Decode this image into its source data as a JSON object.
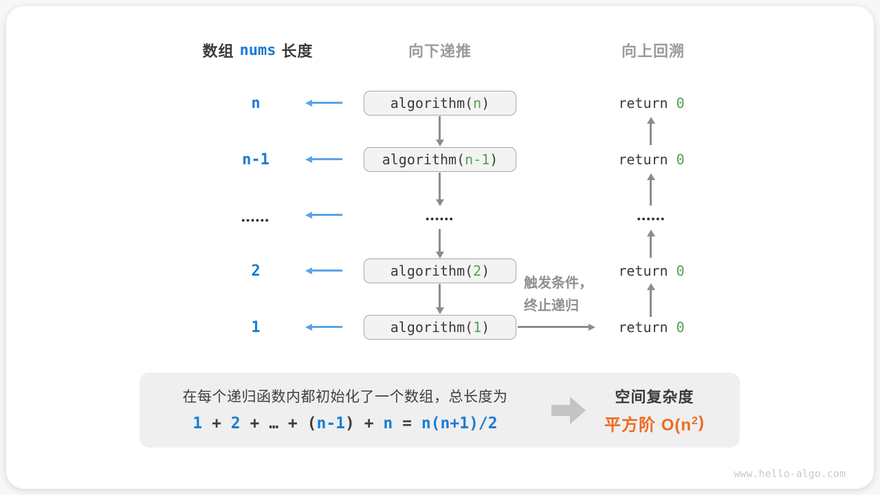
{
  "title_row": {
    "array_label_prefix": "数组",
    "array_code": "nums",
    "array_label_suffix": "长度",
    "recurse_header": "向下递推",
    "backtrack_header": "向上回溯"
  },
  "rows": [
    {
      "label": "n",
      "call_pre": "algorithm(",
      "call_arg": "n",
      "call_post": ")",
      "return_pre": "return ",
      "return_value": "0"
    },
    {
      "label": "n-1",
      "call_pre": "algorithm(",
      "call_arg": "n-1",
      "call_post": ")",
      "return_pre": "return ",
      "return_value": "0"
    },
    {
      "ellipsis": "••••••"
    },
    {
      "label": "2",
      "call_pre": "algorithm(",
      "call_arg": "2",
      "call_post": ")",
      "return_pre": "return ",
      "return_value": "0"
    },
    {
      "label": "1",
      "call_pre": "algorithm(",
      "call_arg": "1",
      "call_post": ")",
      "return_pre": "return ",
      "return_value": "0"
    }
  ],
  "annotation": {
    "line1": "触发条件，",
    "line2": "终止递归"
  },
  "summary": {
    "description": "在每个递归函数内都初始化了一个数组，总长度为",
    "formula": [
      {
        "text": "1"
      },
      {
        "text": " + "
      },
      {
        "text": "2"
      },
      {
        "text": " + "
      },
      {
        "text": "…"
      },
      {
        "text": " + "
      },
      {
        "text": "("
      },
      {
        "text": "n-1"
      },
      {
        "text": ")"
      },
      {
        "text": " + "
      },
      {
        "text": "n"
      },
      {
        "text": " = "
      },
      {
        "text": "n(n+1)/2"
      }
    ],
    "result_title": "空间复杂度",
    "result_prefix": "平方阶 O(n",
    "result_sup": "2",
    "result_suffix": ")"
  },
  "watermark": "www.hello-algo.com",
  "colors": {
    "accent_blue": "#1a7cd4",
    "arrow_blue": "#58a3ea",
    "code_green": "#51a052",
    "accent_orange": "#ee6b1f",
    "arrow_gray": "#8c8c8c"
  }
}
